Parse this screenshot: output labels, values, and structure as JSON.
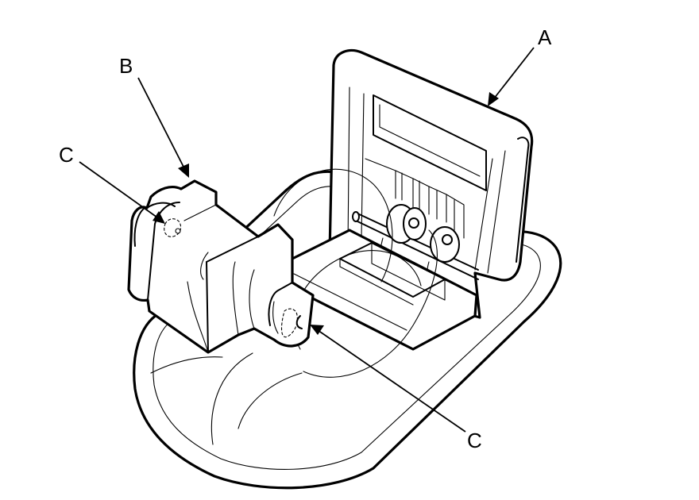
{
  "callouts": {
    "a": "A",
    "b": "B",
    "c_upper": "C",
    "c_lower": "C"
  },
  "colors": {
    "line": "#000000",
    "background": "#ffffff"
  }
}
